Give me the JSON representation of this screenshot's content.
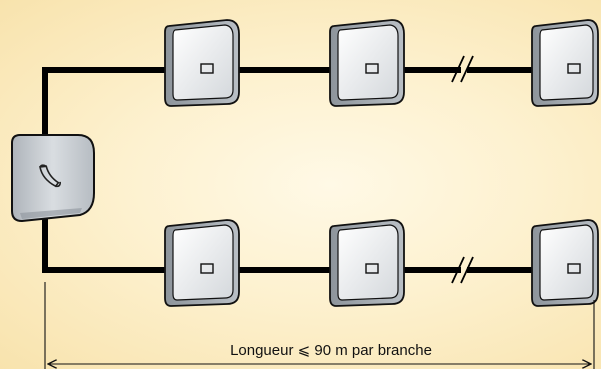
{
  "diagram": {
    "dimension_label": "Longueur ⩽ 90 m par branche",
    "colors": {
      "background": "#fdf1cf",
      "cable": "#000000",
      "device_body": "#c4c9cf",
      "device_face": "#eef0f2",
      "outline": "#111111"
    },
    "central_unit": {
      "icon": "phone-handset-icon"
    },
    "branches": [
      {
        "name": "top-branch",
        "outlets": 3,
        "break_marks": true
      },
      {
        "name": "bottom-branch",
        "outlets": 3,
        "break_marks": true
      }
    ]
  }
}
